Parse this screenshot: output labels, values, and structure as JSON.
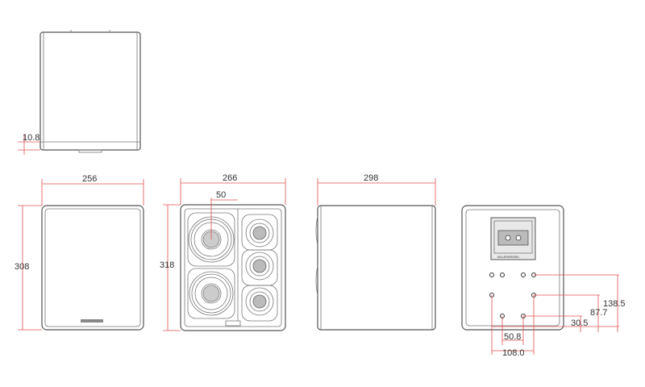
{
  "dimensions": {
    "top_edge": "10.8",
    "side_width": "256",
    "front_width": "266",
    "depth": "298",
    "height_side": "308",
    "height_front": "318",
    "driver_center": "50",
    "rear_138": "138.5",
    "rear_87": "87.7",
    "rear_30": "30.5",
    "rear_50": "50.8",
    "rear_108": "108.0"
  },
  "labels": {
    "brand_logo": "MILLERKREISEL"
  },
  "colors": {
    "outline": "#555555",
    "dimension": "#e05050"
  }
}
